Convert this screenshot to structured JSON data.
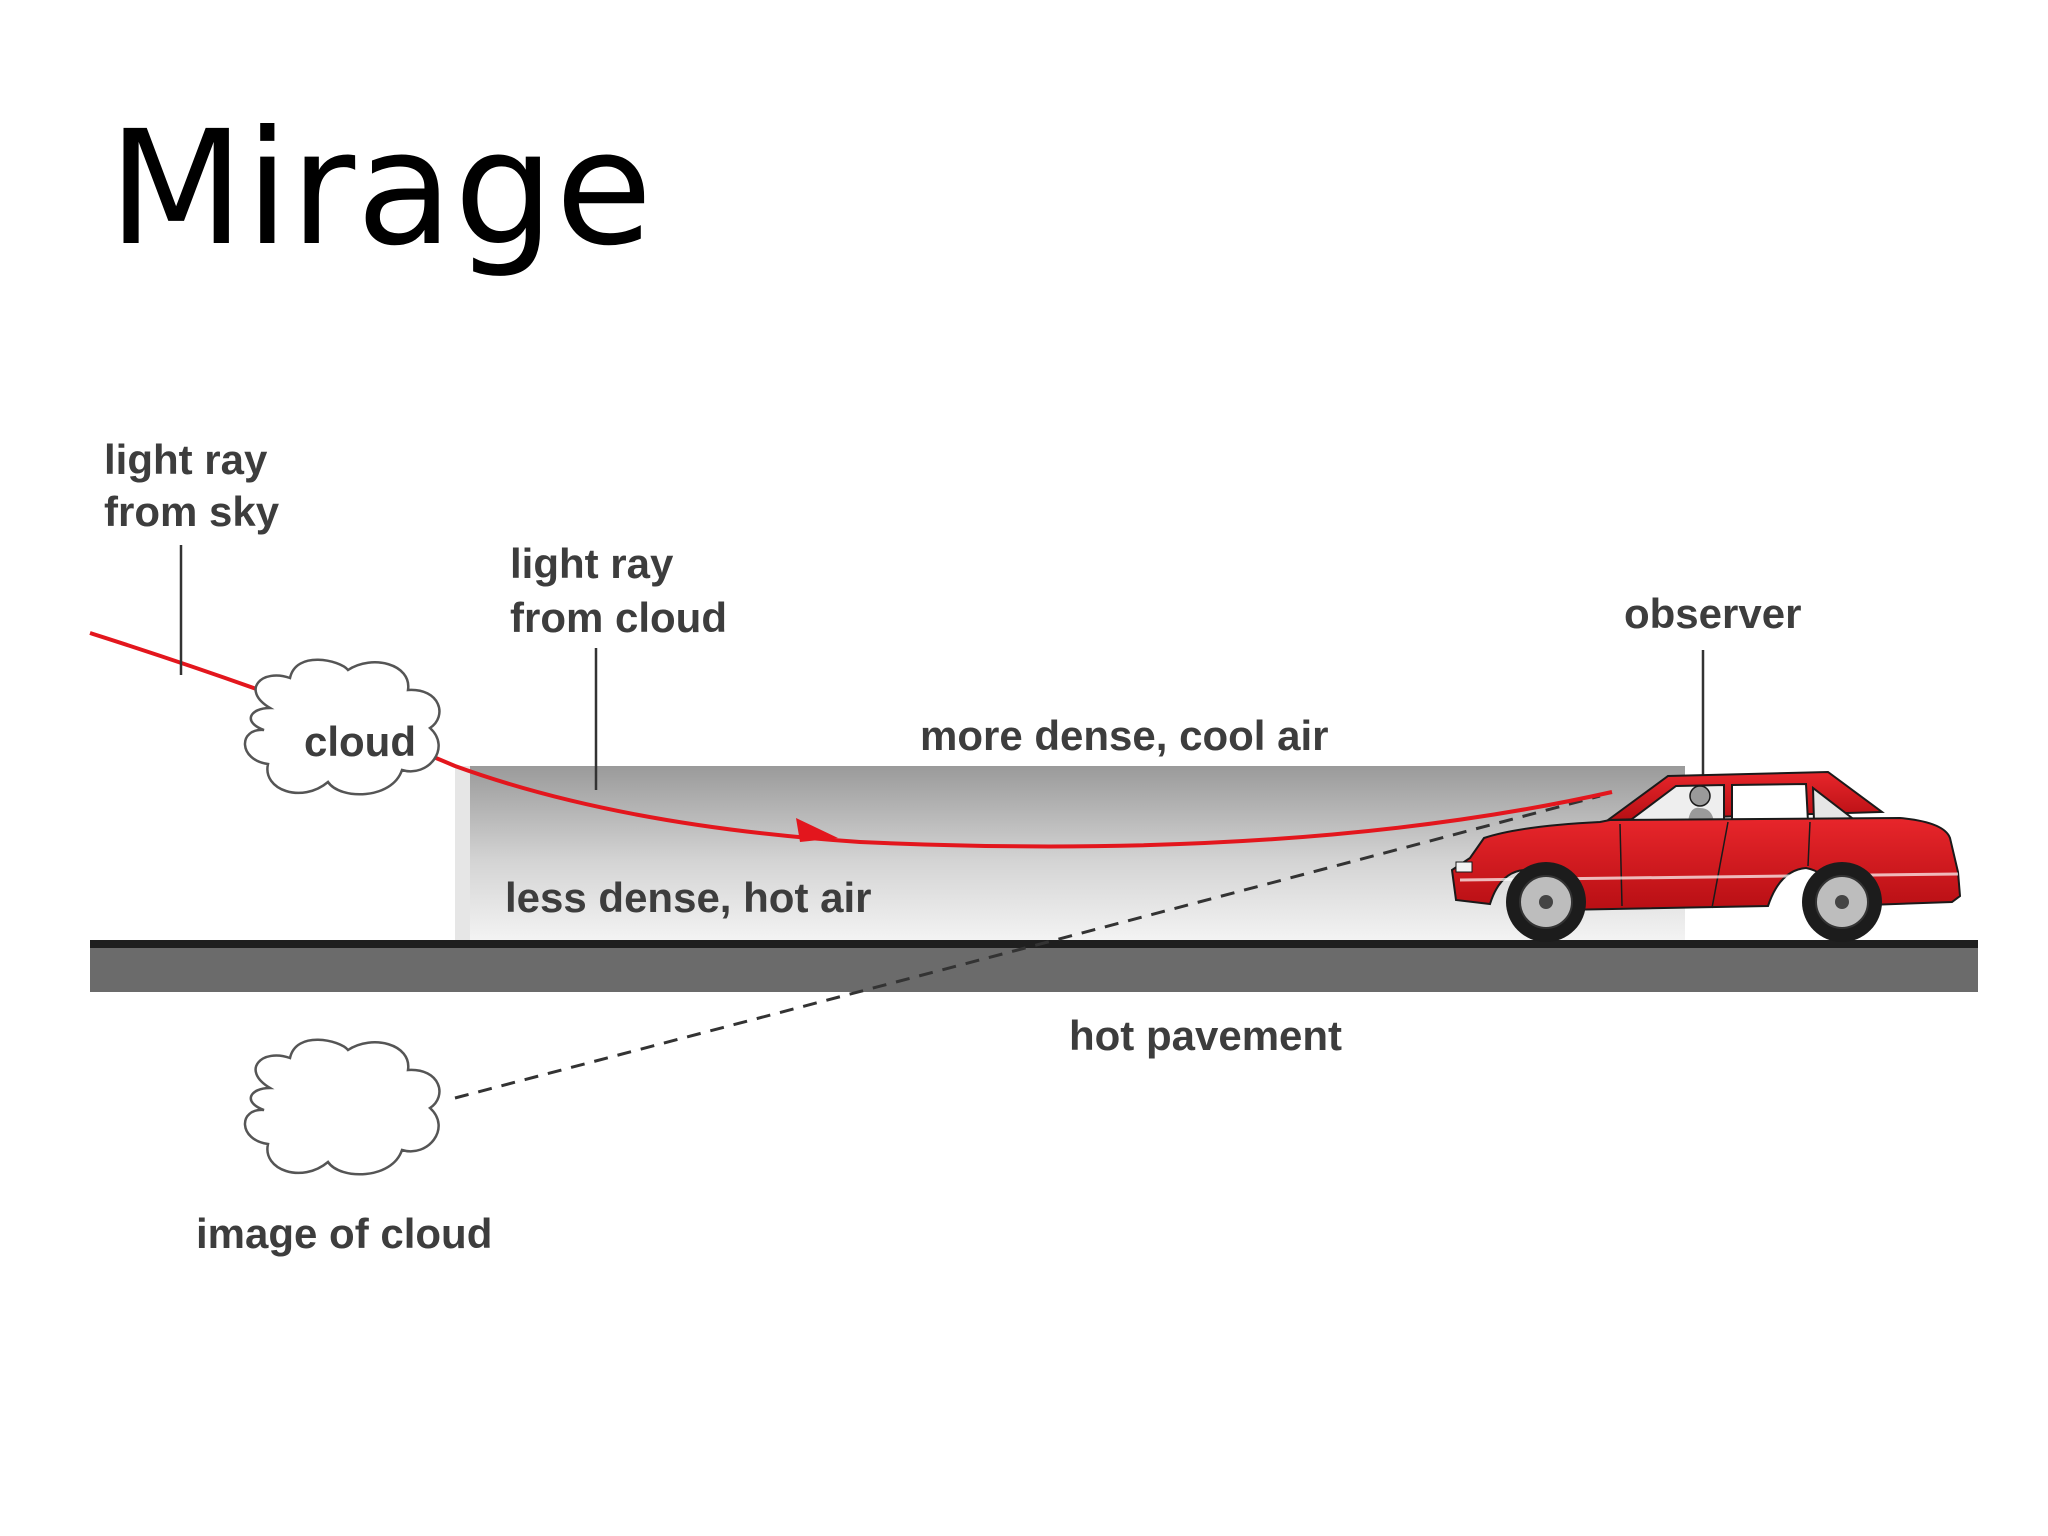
{
  "title": "Mirage",
  "labels": {
    "light_ray_sky_line1": "light ray",
    "light_ray_sky_line2": "from sky",
    "light_ray_cloud_line1": "light ray",
    "light_ray_cloud_line2": "from cloud",
    "cloud": "cloud",
    "observer": "observer",
    "cool_air": "more dense, cool air",
    "hot_air": "less dense, hot air",
    "pavement": "hot pavement",
    "image_of_cloud": "image of cloud"
  },
  "colors": {
    "ray": "#e3161d",
    "car_body": "#d9161b",
    "pavement": "#6b6b6b",
    "air_gradient_top": "#9a9a9a",
    "text": "#3d3d3d"
  },
  "icons": {
    "cloud": "cloud-icon",
    "image_cloud": "cloud-image-icon",
    "car": "car-icon"
  }
}
